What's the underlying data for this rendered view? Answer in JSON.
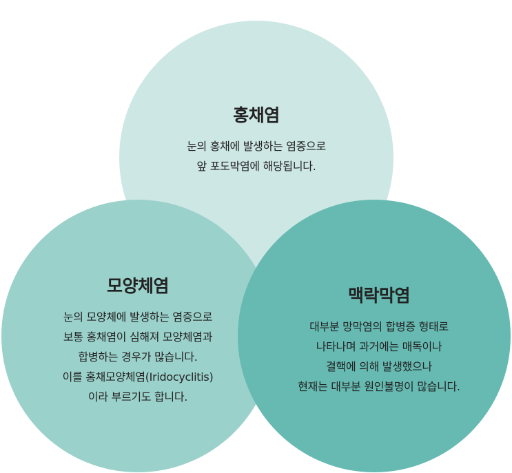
{
  "circles": {
    "top": {
      "title": "홍채염",
      "lines": [
        "눈의 홍채에 발생하는 염증으로",
        "앞 포도막염에 해당됩니다."
      ],
      "color": "#cde7e4"
    },
    "left": {
      "title": "모양체염",
      "lines": [
        "눈의 모양체에 발생하는 염증으로",
        "보통 홍채염이 심해져 모양체염과",
        "합병하는 경우가 많습니다.",
        "이를 홍채모양체염(Iridocyclitis)",
        "이라 부르기도 합니다."
      ],
      "color": "#9bd1cb"
    },
    "right": {
      "title": "맥락막염",
      "lines": [
        "대부분 망막염의 합병증 형태로",
        "나타나며 과거에는 매독이나",
        "결핵에 의해 발생했으나",
        "현재는 대부분 원인불명이 많습니다."
      ],
      "color": "#66bab2"
    }
  }
}
